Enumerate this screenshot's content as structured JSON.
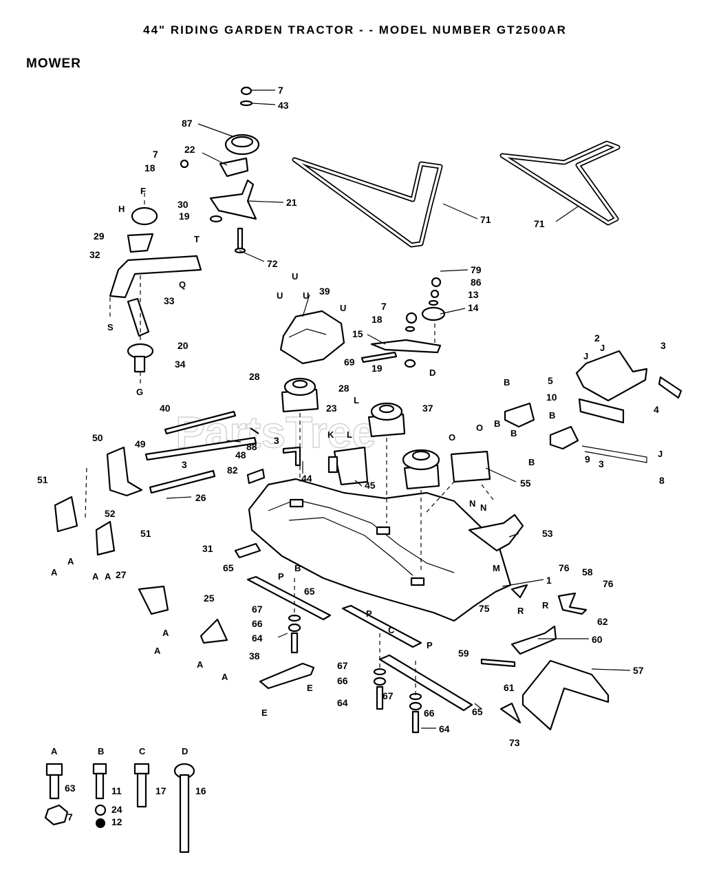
{
  "header": {
    "title": "44\" RIDING GARDEN TRACTOR - - MODEL NUMBER GT2500AR",
    "section": "MOWER"
  },
  "watermark": "PartsTree",
  "callouts": [
    {
      "id": "c7a",
      "text": "7"
    },
    {
      "id": "c43",
      "text": "43"
    },
    {
      "id": "c87",
      "text": "87"
    },
    {
      "id": "c7b",
      "text": "7"
    },
    {
      "id": "c22",
      "text": "22"
    },
    {
      "id": "c18a",
      "text": "18"
    },
    {
      "id": "c21",
      "text": "21"
    },
    {
      "id": "c30",
      "text": "30"
    },
    {
      "id": "c19a",
      "text": "19"
    },
    {
      "id": "c29",
      "text": "29"
    },
    {
      "id": "c72",
      "text": "72"
    },
    {
      "id": "c32",
      "text": "32"
    },
    {
      "id": "c33",
      "text": "33"
    },
    {
      "id": "c20",
      "text": "20"
    },
    {
      "id": "c34",
      "text": "34"
    },
    {
      "id": "c71a",
      "text": "71"
    },
    {
      "id": "c71b",
      "text": "71"
    },
    {
      "id": "c79",
      "text": "79"
    },
    {
      "id": "c86a",
      "text": "86"
    },
    {
      "id": "c13",
      "text": "13"
    },
    {
      "id": "c14",
      "text": "14"
    },
    {
      "id": "c7c",
      "text": "7"
    },
    {
      "id": "c18b",
      "text": "18"
    },
    {
      "id": "c15",
      "text": "15"
    },
    {
      "id": "c69",
      "text": "69"
    },
    {
      "id": "c19b",
      "text": "19"
    },
    {
      "id": "c39",
      "text": "39"
    },
    {
      "id": "c2",
      "text": "2"
    },
    {
      "id": "c3a",
      "text": "3"
    },
    {
      "id": "c4",
      "text": "4"
    },
    {
      "id": "c5",
      "text": "5"
    },
    {
      "id": "c10",
      "text": "10"
    },
    {
      "id": "c28a",
      "text": "28"
    },
    {
      "id": "c28b",
      "text": "28"
    },
    {
      "id": "c23",
      "text": "23"
    },
    {
      "id": "c37",
      "text": "37"
    },
    {
      "id": "c40",
      "text": "40"
    },
    {
      "id": "c3b",
      "text": "3"
    },
    {
      "id": "c88",
      "text": "88"
    },
    {
      "id": "c49",
      "text": "49"
    },
    {
      "id": "c48",
      "text": "48"
    },
    {
      "id": "c50",
      "text": "50"
    },
    {
      "id": "c3c",
      "text": "3"
    },
    {
      "id": "c82",
      "text": "82"
    },
    {
      "id": "c44",
      "text": "44"
    },
    {
      "id": "c45",
      "text": "45"
    },
    {
      "id": "c55",
      "text": "55"
    },
    {
      "id": "c9",
      "text": "9"
    },
    {
      "id": "c3d",
      "text": "3"
    },
    {
      "id": "c8",
      "text": "8"
    },
    {
      "id": "c51a",
      "text": "51"
    },
    {
      "id": "c52",
      "text": "52"
    },
    {
      "id": "c26",
      "text": "26"
    },
    {
      "id": "c51b",
      "text": "51"
    },
    {
      "id": "c53",
      "text": "53"
    },
    {
      "id": "c31",
      "text": "31"
    },
    {
      "id": "c27",
      "text": "27"
    },
    {
      "id": "c65a",
      "text": "65"
    },
    {
      "id": "c65b",
      "text": "65"
    },
    {
      "id": "c1",
      "text": "1"
    },
    {
      "id": "c76a",
      "text": "76"
    },
    {
      "id": "c58",
      "text": "58"
    },
    {
      "id": "c76b",
      "text": "76"
    },
    {
      "id": "c75",
      "text": "75"
    },
    {
      "id": "c62",
      "text": "62"
    },
    {
      "id": "c67a",
      "text": "67"
    },
    {
      "id": "c66a",
      "text": "66"
    },
    {
      "id": "c64a",
      "text": "64"
    },
    {
      "id": "c25",
      "text": "25"
    },
    {
      "id": "c60",
      "text": "60"
    },
    {
      "id": "c38",
      "text": "38"
    },
    {
      "id": "c59",
      "text": "59"
    },
    {
      "id": "c57",
      "text": "57"
    },
    {
      "id": "c61",
      "text": "61"
    },
    {
      "id": "c67b",
      "text": "67"
    },
    {
      "id": "c66b",
      "text": "66"
    },
    {
      "id": "c64b",
      "text": "64"
    },
    {
      "id": "c67c",
      "text": "67"
    },
    {
      "id": "c66c",
      "text": "66"
    },
    {
      "id": "c65c",
      "text": "65"
    },
    {
      "id": "c64c",
      "text": "64"
    },
    {
      "id": "c73",
      "text": "73"
    },
    {
      "id": "c63",
      "text": "63"
    },
    {
      "id": "c7d",
      "text": "7"
    },
    {
      "id": "c11",
      "text": "11"
    },
    {
      "id": "c24",
      "text": "24"
    },
    {
      "id": "c12",
      "text": "12"
    },
    {
      "id": "c17",
      "text": "17"
    },
    {
      "id": "c16",
      "text": "16"
    }
  ],
  "letters": [
    {
      "id": "lF",
      "text": "F"
    },
    {
      "id": "lH",
      "text": "H"
    },
    {
      "id": "lT",
      "text": "T"
    },
    {
      "id": "lQ",
      "text": "Q"
    },
    {
      "id": "lS",
      "text": "S"
    },
    {
      "id": "lG",
      "text": "G"
    },
    {
      "id": "lU1",
      "text": "U"
    },
    {
      "id": "lU2",
      "text": "U"
    },
    {
      "id": "lU3",
      "text": "U"
    },
    {
      "id": "lU4",
      "text": "U"
    },
    {
      "id": "lD",
      "text": "D"
    },
    {
      "id": "lJ1",
      "text": "J"
    },
    {
      "id": "lJ2",
      "text": "J"
    },
    {
      "id": "lJ3",
      "text": "J"
    },
    {
      "id": "lB1",
      "text": "B"
    },
    {
      "id": "lB2",
      "text": "B"
    },
    {
      "id": "lB3",
      "text": "B"
    },
    {
      "id": "lB4",
      "text": "B"
    },
    {
      "id": "lB5",
      "text": "B"
    },
    {
      "id": "lL1",
      "text": "L"
    },
    {
      "id": "lK",
      "text": "K"
    },
    {
      "id": "lL2",
      "text": "L"
    },
    {
      "id": "lO1",
      "text": "O"
    },
    {
      "id": "lO2",
      "text": "O"
    },
    {
      "id": "lA1",
      "text": "A"
    },
    {
      "id": "lA2",
      "text": "A"
    },
    {
      "id": "lA3",
      "text": "A"
    },
    {
      "id": "lA4",
      "text": "A"
    },
    {
      "id": "lP1",
      "text": "P"
    },
    {
      "id": "lB6",
      "text": "B"
    },
    {
      "id": "lN1",
      "text": "N"
    },
    {
      "id": "lN2",
      "text": "N"
    },
    {
      "id": "lM",
      "text": "M"
    },
    {
      "id": "lA5",
      "text": "A"
    },
    {
      "id": "lA6",
      "text": "A"
    },
    {
      "id": "lA7",
      "text": "A"
    },
    {
      "id": "lA8",
      "text": "A"
    },
    {
      "id": "lP2",
      "text": "P"
    },
    {
      "id": "lC",
      "text": "C"
    },
    {
      "id": "lP3",
      "text": "P"
    },
    {
      "id": "lR1",
      "text": "R"
    },
    {
      "id": "lR2",
      "text": "R"
    },
    {
      "id": "lE1",
      "text": "E"
    },
    {
      "id": "lE2",
      "text": "E"
    },
    {
      "id": "lkA",
      "text": "A"
    },
    {
      "id": "lkB",
      "text": "B"
    },
    {
      "id": "lkC",
      "text": "C"
    },
    {
      "id": "lkD",
      "text": "D"
    }
  ]
}
